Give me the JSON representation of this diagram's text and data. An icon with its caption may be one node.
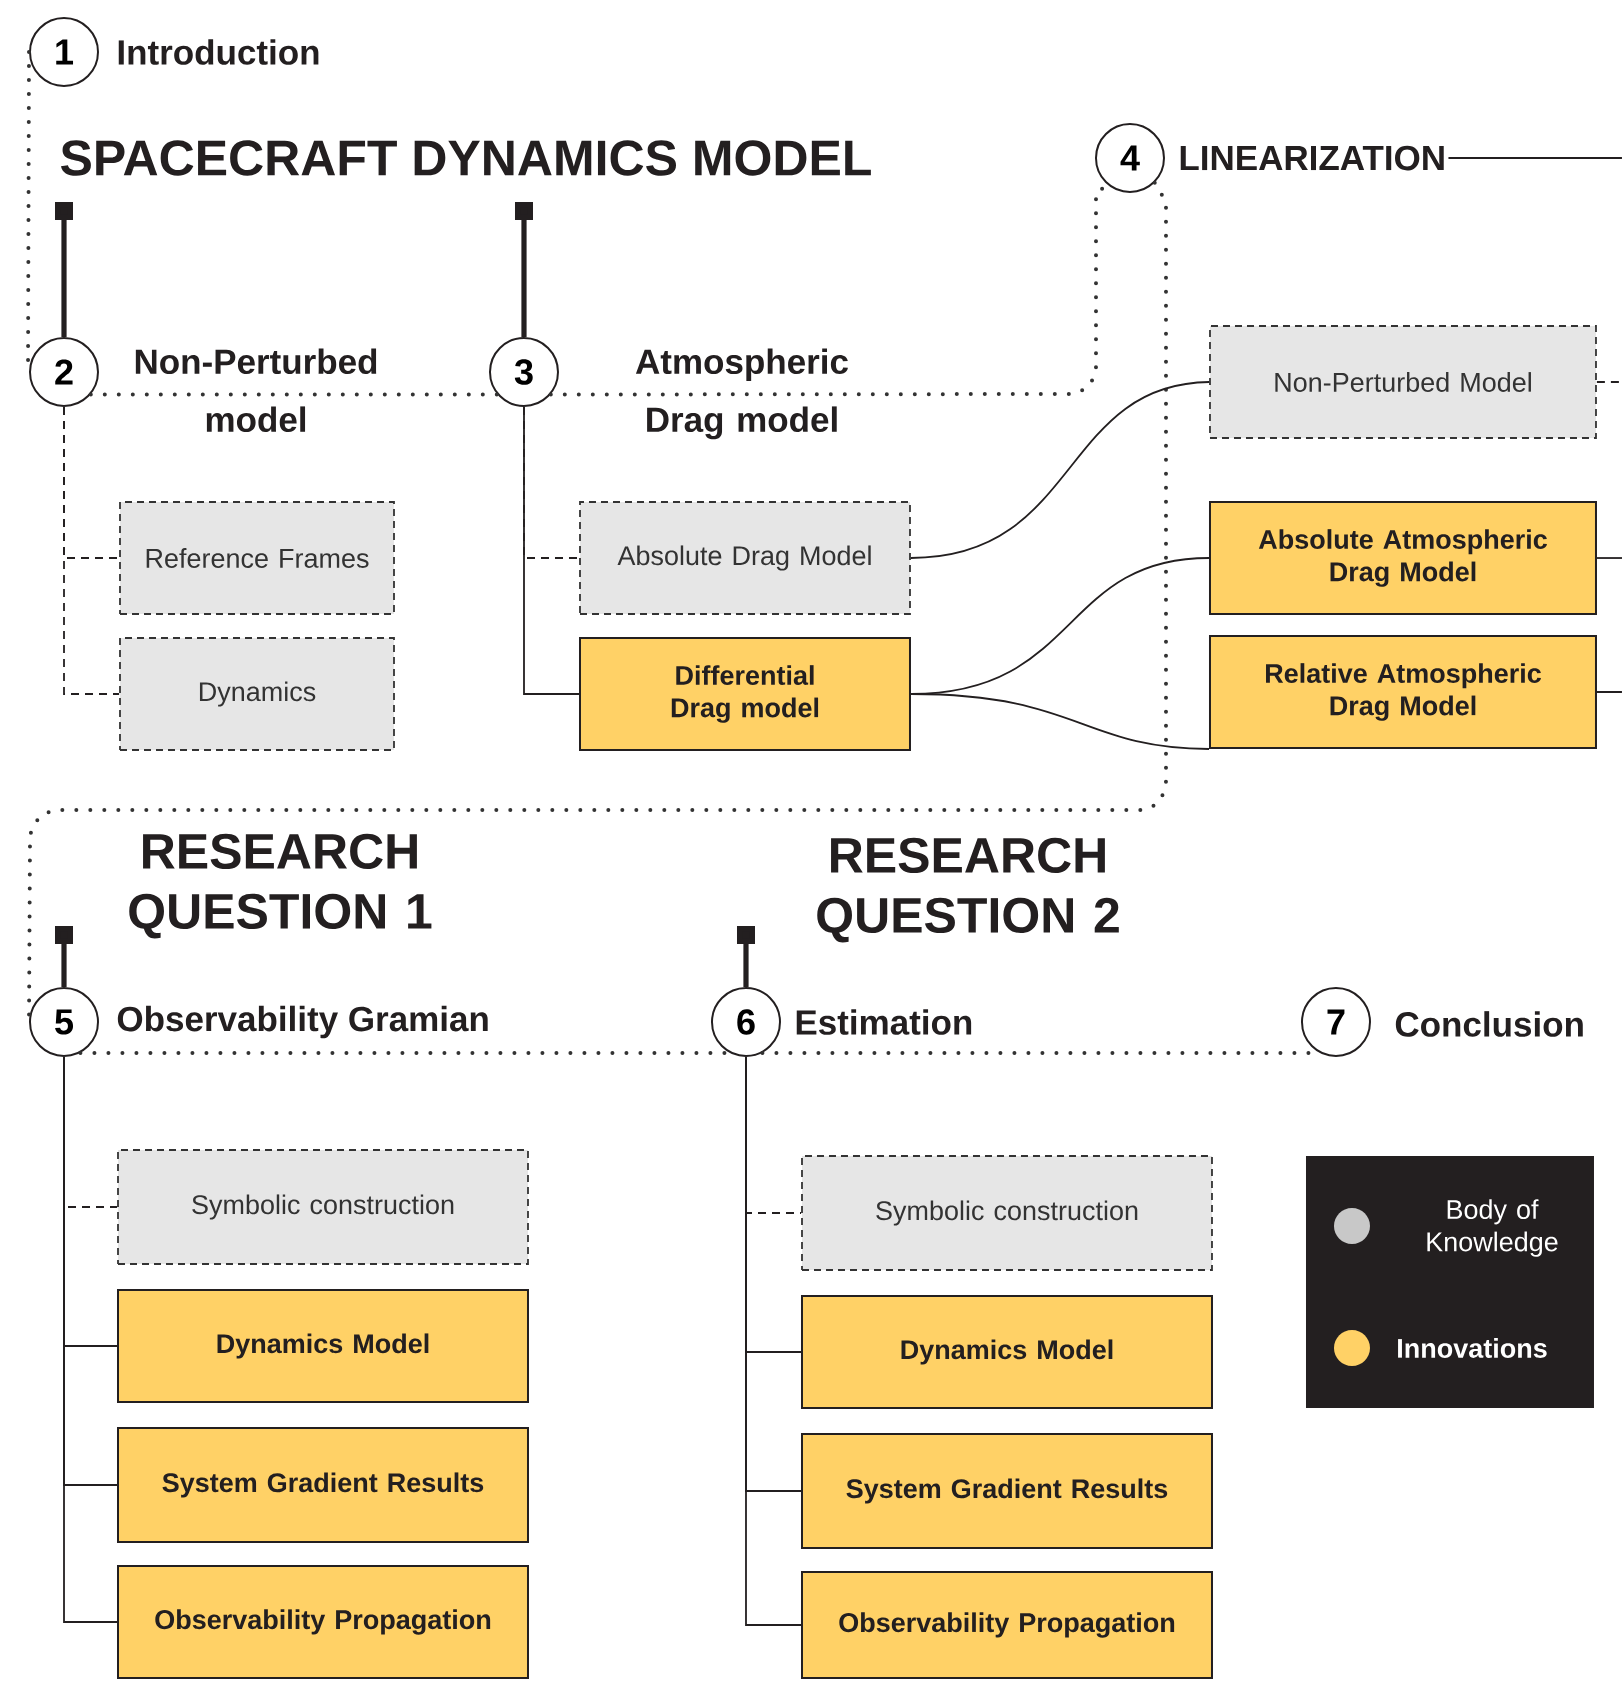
{
  "diagram": {
    "nodes": [
      {
        "text": [
          "1"
        ],
        "beside": [
          "Introduction"
        ]
      },
      {
        "text": [
          "2"
        ],
        "beside": [
          "Non-Perturbed model"
        ]
      },
      {
        "text": [
          "3"
        ],
        "beside": [
          "Atmospheric Drag model"
        ]
      },
      {
        "text": [
          "4"
        ],
        "beside": [
          "LINEARIZATION"
        ]
      },
      {
        "text": [
          "Reference Frames"
        ]
      },
      {
        "text": [
          "Dynamics"
        ]
      },
      {
        "text": [
          "Absolute Drag Model"
        ]
      },
      {
        "text": [
          "Differential Drag model"
        ]
      },
      {
        "text": [
          "Non-Perturbed Model"
        ]
      },
      {
        "text": [
          "Absolute Atmospheric Drag Model"
        ]
      },
      {
        "text": [
          "Relative Atmospheric Drag Model"
        ]
      },
      {
        "text": [
          "5"
        ],
        "beside": [
          "Observability Gramian"
        ]
      },
      {
        "text": [
          "6"
        ],
        "beside": [
          "Estimation"
        ]
      },
      {
        "text": [
          "7"
        ],
        "beside": [
          "Conclusion"
        ]
      },
      {
        "text": [
          "Symbolic construction"
        ]
      },
      {
        "text": [
          "Dynamics Model"
        ]
      },
      {
        "text": [
          "System Gradient Results"
        ]
      },
      {
        "text": [
          "Observability Propagation"
        ]
      },
      {
        "text": [
          "Symbolic construction"
        ]
      },
      {
        "text": [
          "Dynamics Model"
        ]
      },
      {
        "text": [
          "System Gradient Results"
        ]
      },
      {
        "text": [
          "Observability Propagation"
        ]
      }
    ],
    "edges": [
      {
        "from": 0,
        "to": 1,
        "arrow": "none",
        "style": "dashed"
      },
      {
        "from": 1,
        "to": 2,
        "arrow": "none",
        "style": "dashed"
      },
      {
        "from": 2,
        "to": 3,
        "arrow": "none",
        "style": "dashed"
      },
      {
        "from": 3,
        "to": 11,
        "arrow": "none",
        "style": "dashed"
      },
      {
        "from": 11,
        "to": 12,
        "arrow": "none",
        "style": "dashed"
      },
      {
        "from": 12,
        "to": 13,
        "arrow": "none",
        "style": "dashed"
      },
      {
        "from": null,
        "to": 1,
        "arrow": "other",
        "style": "thick"
      },
      {
        "from": null,
        "to": 2,
        "arrow": "other",
        "style": "thick"
      },
      {
        "from": null,
        "to": 11,
        "arrow": "other",
        "style": "thick"
      },
      {
        "from": null,
        "to": 12,
        "arrow": "other",
        "style": "thick"
      },
      {
        "from": 1,
        "to": 4,
        "arrow": "none",
        "style": "dashed"
      },
      {
        "from": 1,
        "to": 5,
        "arrow": "none",
        "style": "dashed"
      },
      {
        "from": 2,
        "to": 6,
        "arrow": "none",
        "style": "dashed"
      },
      {
        "from": 2,
        "to": 7,
        "arrow": "none"
      },
      {
        "from": 6,
        "to": 8,
        "arrow": "none"
      },
      {
        "from": 7,
        "to": 9,
        "arrow": "none"
      },
      {
        "from": 7,
        "to": 10,
        "arrow": "none"
      },
      {
        "from": 8,
        "to": null,
        "arrow": "none",
        "style": "dashed"
      },
      {
        "from": 9,
        "to": null,
        "arrow": "none"
      },
      {
        "from": 10,
        "to": null,
        "arrow": "none"
      },
      {
        "from": 3,
        "to": null,
        "arrow": "none"
      },
      {
        "from": 11,
        "to": 14,
        "arrow": "none",
        "style": "dashed"
      },
      {
        "from": 11,
        "to": 15,
        "arrow": "none"
      },
      {
        "from": 11,
        "to": 16,
        "arrow": "none"
      },
      {
        "from": 11,
        "to": 17,
        "arrow": "none"
      },
      {
        "from": 12,
        "to": 18,
        "arrow": "none",
        "style": "dashed"
      },
      {
        "from": 12,
        "to": 19,
        "arrow": "none"
      },
      {
        "from": 12,
        "to": 20,
        "arrow": "none"
      },
      {
        "from": 12,
        "to": 21,
        "arrow": "none"
      }
    ],
    "labels": [
      "SPACECRAFT DYNAMICS MODEL",
      "RESEARCH QUESTION 1",
      "RESEARCH QUESTION 2"
    ],
    "legend": [
      {
        "text": "Body of Knowledge",
        "color": "#c8c8c8"
      },
      {
        "text": "Innovations",
        "color": "#ffd166"
      }
    ]
  }
}
